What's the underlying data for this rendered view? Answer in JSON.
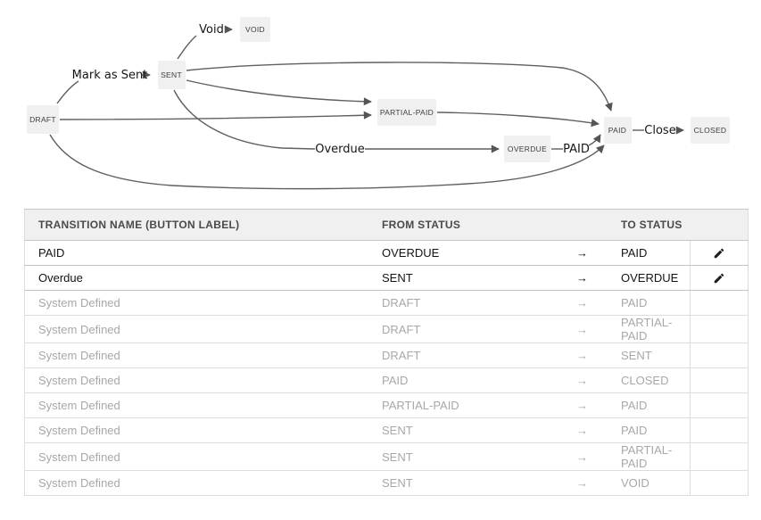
{
  "diagram": {
    "nodes": [
      {
        "id": "draft",
        "label": "DRAFT"
      },
      {
        "id": "sent",
        "label": "SENT"
      },
      {
        "id": "void",
        "label": "VOID"
      },
      {
        "id": "partial_paid",
        "label": "PARTIAL-PAID"
      },
      {
        "id": "overdue",
        "label": "OVERDUE"
      },
      {
        "id": "paid",
        "label": "PAID"
      },
      {
        "id": "closed",
        "label": "CLOSED"
      }
    ],
    "edge_labels": {
      "mark_as_sent": "Mark as Sent",
      "void": "Void",
      "overdue": "Overdue",
      "paid": "PAID",
      "close": "Close"
    },
    "edges": [
      {
        "from": "DRAFT",
        "to": "SENT",
        "label": "Mark as Sent"
      },
      {
        "from": "SENT",
        "to": "VOID",
        "label": "Void"
      },
      {
        "from": "SENT",
        "to": "PAID",
        "label": ""
      },
      {
        "from": "SENT",
        "to": "PARTIAL-PAID",
        "label": ""
      },
      {
        "from": "DRAFT",
        "to": "PARTIAL-PAID",
        "label": ""
      },
      {
        "from": "SENT",
        "to": "OVERDUE",
        "label": "Overdue"
      },
      {
        "from": "OVERDUE",
        "to": "PAID",
        "label": "PAID"
      },
      {
        "from": "PARTIAL-PAID",
        "to": "PAID",
        "label": ""
      },
      {
        "from": "DRAFT",
        "to": "PAID",
        "label": ""
      },
      {
        "from": "PAID",
        "to": "CLOSED",
        "label": "Close"
      }
    ]
  },
  "table": {
    "headers": {
      "transition": "TRANSITION NAME (BUTTON LABEL)",
      "from": "FROM STATUS",
      "to": "TO STATUS"
    },
    "arrow": "→",
    "rows": [
      {
        "name": "PAID",
        "from": "OVERDUE",
        "to": "PAID",
        "system": false
      },
      {
        "name": "Overdue",
        "from": "SENT",
        "to": "OVERDUE",
        "system": false
      },
      {
        "name": "System Defined",
        "from": "DRAFT",
        "to": "PAID",
        "system": true
      },
      {
        "name": "System Defined",
        "from": "DRAFT",
        "to": "PARTIAL-PAID",
        "system": true
      },
      {
        "name": "System Defined",
        "from": "DRAFT",
        "to": "SENT",
        "system": true
      },
      {
        "name": "System Defined",
        "from": "PAID",
        "to": "CLOSED",
        "system": true
      },
      {
        "name": "System Defined",
        "from": "PARTIAL-PAID",
        "to": "PAID",
        "system": true
      },
      {
        "name": "System Defined",
        "from": "SENT",
        "to": "PAID",
        "system": true
      },
      {
        "name": "System Defined",
        "from": "SENT",
        "to": "PARTIAL-PAID",
        "system": true
      },
      {
        "name": "System Defined",
        "from": "SENT",
        "to": "VOID",
        "system": true
      }
    ]
  },
  "colors": {
    "node_fill": "#f0f0f0",
    "edge_stroke": "#5f5f5f",
    "header_bg": "#f0f0f0",
    "muted_text": "#a8a8a8",
    "active_text": "#141414"
  }
}
